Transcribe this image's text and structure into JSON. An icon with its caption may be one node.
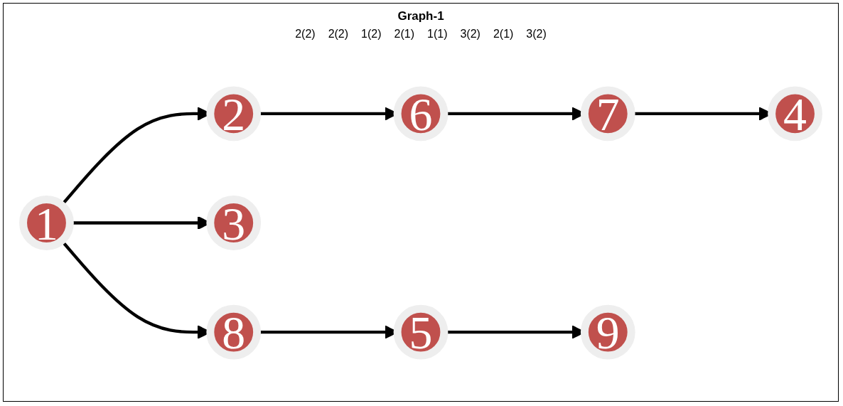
{
  "diagram": {
    "title": "Graph-1",
    "nodes": [
      {
        "text": [
          "1"
        ]
      },
      {
        "text": [
          "2"
        ]
      },
      {
        "text": [
          "3"
        ]
      },
      {
        "text": [
          "4"
        ]
      },
      {
        "text": [
          "5"
        ]
      },
      {
        "text": [
          "6"
        ]
      },
      {
        "text": [
          "7"
        ]
      },
      {
        "text": [
          "8"
        ]
      },
      {
        "text": [
          "9"
        ]
      }
    ],
    "edges": [
      {
        "from": 0,
        "to": 1,
        "arrow": "to"
      },
      {
        "from": 1,
        "to": 5,
        "arrow": "to"
      },
      {
        "from": 5,
        "to": 6,
        "arrow": "to"
      },
      {
        "from": 6,
        "to": 3,
        "arrow": "to"
      },
      {
        "from": 0,
        "to": 7,
        "arrow": "to"
      },
      {
        "from": 7,
        "to": 4,
        "arrow": "to"
      },
      {
        "from": 4,
        "to": 8,
        "arrow": "to"
      },
      {
        "from": 0,
        "to": 2,
        "arrow": "to"
      }
    ],
    "labels": [
      "2(2)",
      "2(2)",
      "1(2)",
      "2(1)",
      "1(1)",
      "3(2)",
      "2(1)",
      "3(2)"
    ]
  }
}
